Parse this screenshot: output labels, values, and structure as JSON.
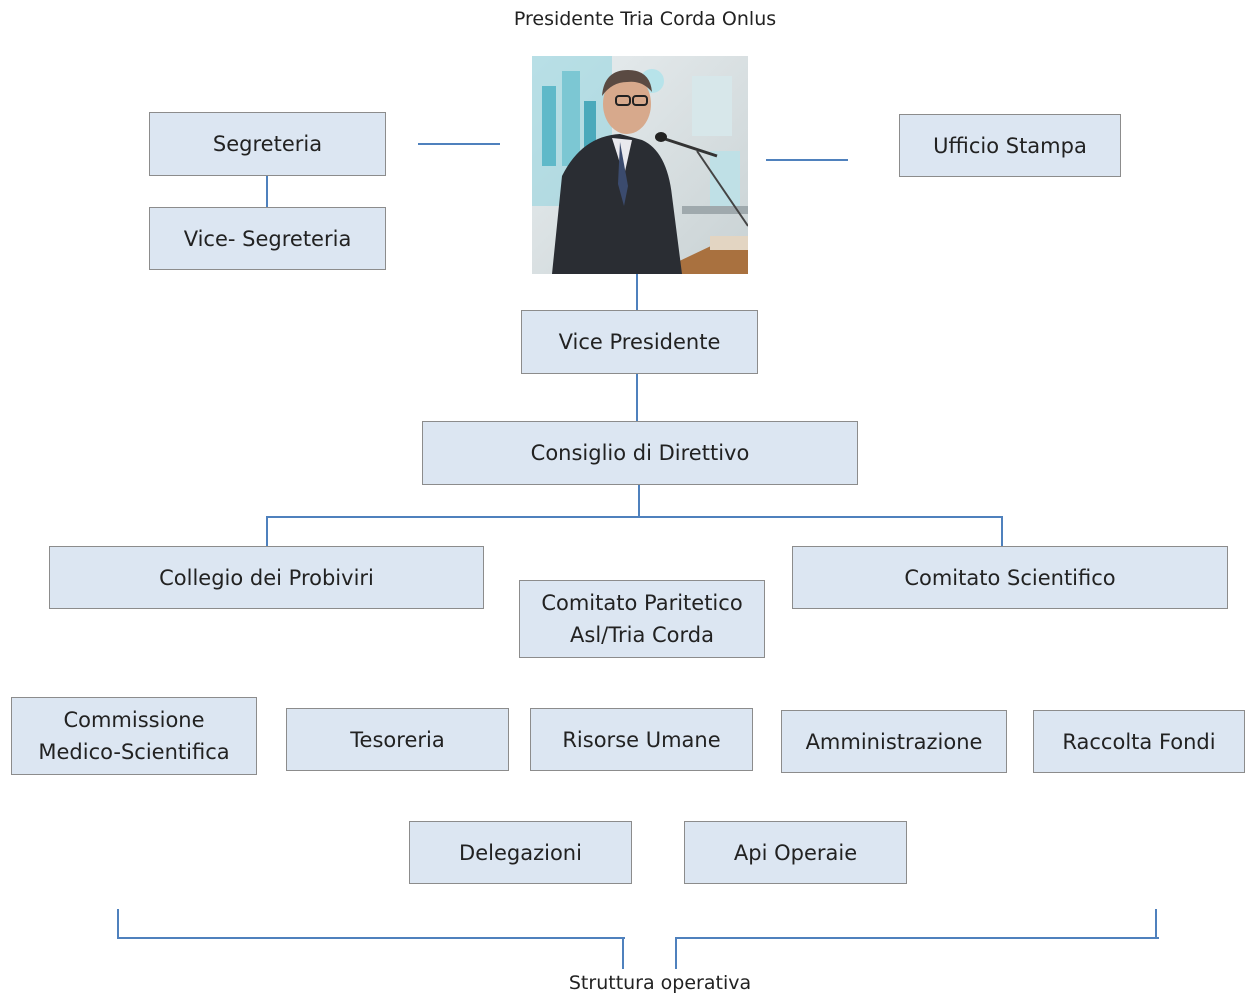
{
  "title": "Presidente Tria Corda Onlus",
  "boxes": {
    "segreteria": "Segreteria",
    "vice_segreteria": "Vice- Segreteria",
    "ufficio_stampa": "Ufficio Stampa",
    "vice_presidente": "Vice Presidente",
    "consiglio": "Consiglio di Direttivo",
    "collegio": "Collegio dei Probiviri",
    "comitato_paritetico": "Comitato Paritetico\nAsl/Tria Corda",
    "comitato_scientifico": "Comitato Scientifico",
    "commissione": "Commissione\nMedico-Scientifica",
    "tesoreria": "Tesoreria",
    "risorse_umane": "Risorse Umane",
    "amministrazione": "Amministrazione",
    "raccolta_fondi": "Raccolta Fondi",
    "delegazioni": "Delegazioni",
    "api_operaie": "Api Operaie"
  },
  "footer": "Struttura operativa",
  "colors": {
    "box_fill": "#dce6f2",
    "box_border": "#8c8c8c",
    "connector": "#4f81bd"
  }
}
